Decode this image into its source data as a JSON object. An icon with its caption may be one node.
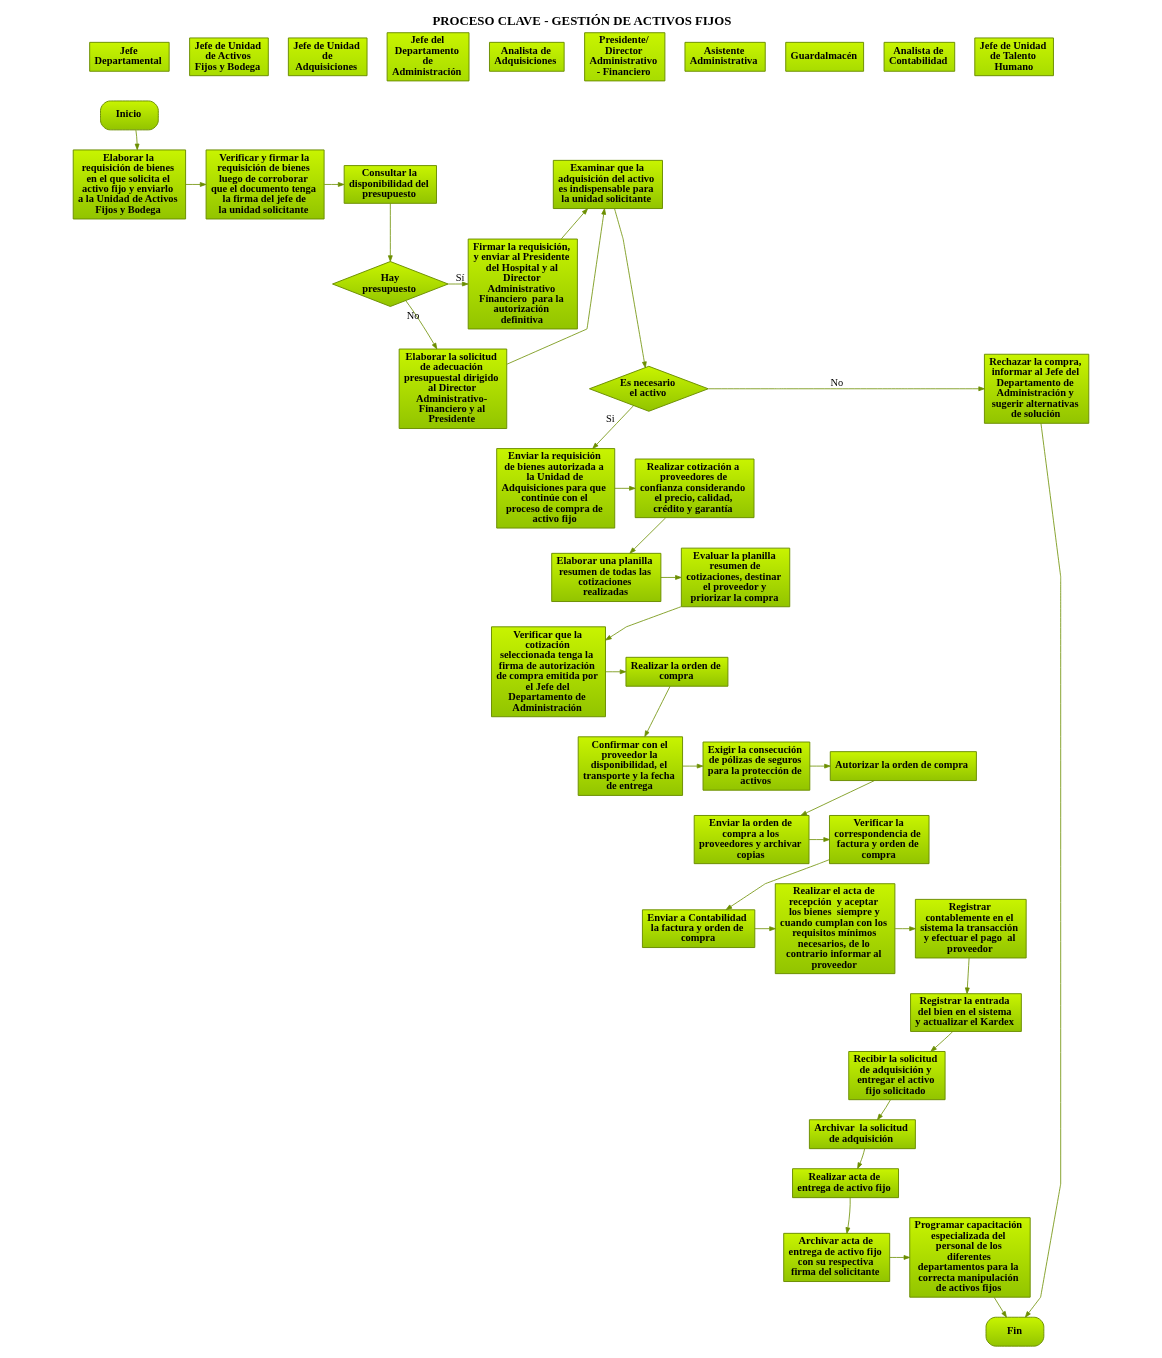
{
  "diagram": {
    "title": "PROCESO CLAVE - GESTIÓN DE ACTIVOS FIJOS",
    "nodes": [
      {
        "text": [
          "Jefe Departamental"
        ]
      },
      {
        "text": [
          "Jefe de Unidad de Activos Fijos y Bodega"
        ]
      },
      {
        "text": [
          "Jefe de Unidad de Adquisiciones"
        ]
      },
      {
        "text": [
          "Jefe del Departamento de Administración"
        ]
      },
      {
        "text": [
          "Analista de Adquisiciones"
        ]
      },
      {
        "text": [
          "Presidente/ Director Administrativo - Financiero"
        ]
      },
      {
        "text": [
          "Asistente Administrativa"
        ]
      },
      {
        "text": [
          "Guardalmacén"
        ]
      },
      {
        "text": [
          "Analista de Contabilidad"
        ]
      },
      {
        "text": [
          "Jefe de Unidad de Talento Humano"
        ]
      },
      {
        "text": [
          "Inicio"
        ]
      },
      {
        "text": [
          "Elaborar la requisición de bienes en el que solicita el activo fijo y enviarlo a la Unidad de Activos Fijos y Bodega"
        ]
      },
      {
        "text": [
          "Verificar y firmar la requisición de bienes luego de corroborar que el documento tenga la firma del jefe de la unidad solicitante"
        ]
      },
      {
        "text": [
          "Consultar la disponibilidad del presupuesto"
        ]
      },
      {
        "text": [
          "Hay presupuesto"
        ]
      },
      {
        "text": [
          "Firmar la requisición,  y enviar al Presidente del Hospital y al Director Administrativo Financiero  para la autorización definitiva"
        ]
      },
      {
        "text": [
          "Elaborar la solicitud de adecuación presupuestal dirigido al Director Administrativo-Financiero y al Presidente"
        ]
      },
      {
        "text": [
          "Examinar que la adquisición del activo es indispensable para la unidad solicitante"
        ]
      },
      {
        "text": [
          "Es necesario el activo"
        ]
      },
      {
        "text": [
          "Rechazar la compra, informar al Jefe del Departamento de Administración y sugerir alternativas de solución"
        ]
      },
      {
        "text": [
          "Enviar la requisición de bienes autorizada a la Unidad de Adquisiciones para que continúe con el proceso de compra de activo fijo"
        ]
      },
      {
        "text": [
          "Realizar cotización a proveedores de confianza considerando el precio, calidad, crédito y garantía"
        ]
      },
      {
        "text": [
          "Elaborar una planilla resumen de todas las cotizaciones realizadas"
        ]
      },
      {
        "text": [
          "Evaluar la planilla resumen de cotizaciones, destinar el proveedor y priorizar la compra"
        ]
      },
      {
        "text": [
          "Verificar que la cotización seleccionada tenga la firma de autorización de compra emitida por el Jefe del Departamento de Administración"
        ]
      },
      {
        "text": [
          "Realizar la orden de compra"
        ]
      },
      {
        "text": [
          "Confirmar con el proveedor la disponibilidad, el transporte y la fecha de entrega"
        ]
      },
      {
        "text": [
          "Exigir la consecución de pólizas de seguros para la protección de activos"
        ]
      },
      {
        "text": [
          "Autorizar la orden de compra"
        ]
      },
      {
        "text": [
          "Enviar la orden de compra a los proveedores y archivar copias"
        ]
      },
      {
        "text": [
          "Verificar la correspondencia de factura y orden de compra"
        ]
      },
      {
        "text": [
          "Enviar a Contabilidad la factura y orden de compra"
        ]
      },
      {
        "text": [
          "Realizar el acta de recepción  y aceptar los bienes  siempre y cuando cumplan con los requisitos mínimos necesarios, de lo contrario informar al proveedor"
        ]
      },
      {
        "text": [
          "Registrar contablemente en el sistema la transacción y efectuar el pago  al proveedor"
        ]
      },
      {
        "text": [
          "Registrar la entrada del bien en el sistema y actualizar el Kardex"
        ]
      },
      {
        "text": [
          "Recibir la solicitud de adquisición y entregar el activo fijo solicitado"
        ]
      },
      {
        "text": [
          "Archivar  la solicitud de adquisición"
        ]
      },
      {
        "text": [
          "Realizar acta de entrega de activo fijo"
        ]
      },
      {
        "text": [
          "Archivar acta de entrega de activo fijo con su respectiva firma del solicitante"
        ]
      },
      {
        "text": [
          "Programar capacitación especializada del personal de los diferentes departamentos para la correcta manipulación de activos fijos"
        ]
      },
      {
        "text": [
          "Fin"
        ]
      }
    ],
    "edges": [
      {
        "from": 10,
        "to": 11,
        "arrow": "to"
      },
      {
        "from": 11,
        "to": 12,
        "arrow": "to"
      },
      {
        "from": 12,
        "to": 13,
        "arrow": "to"
      },
      {
        "from": 13,
        "to": 14,
        "arrow": "to"
      },
      {
        "from": 14,
        "to": 15,
        "arrow": "to",
        "label": "Sí"
      },
      {
        "from": 14,
        "to": 16,
        "arrow": "to",
        "label": "No"
      },
      {
        "from": 15,
        "to": 17,
        "arrow": "to"
      },
      {
        "from": 16,
        "to": 17,
        "arrow": "to"
      },
      {
        "from": 17,
        "to": 18,
        "arrow": "to"
      },
      {
        "from": 18,
        "to": 19,
        "arrow": "to",
        "label": "No"
      },
      {
        "from": 18,
        "to": 20,
        "arrow": "to",
        "label": "Si"
      },
      {
        "from": 19,
        "to": 40,
        "arrow": "to"
      },
      {
        "from": 20,
        "to": 21,
        "arrow": "to"
      },
      {
        "from": 21,
        "to": 22,
        "arrow": "to"
      },
      {
        "from": 22,
        "to": 23,
        "arrow": "to"
      },
      {
        "from": 23,
        "to": 24,
        "arrow": "to"
      },
      {
        "from": 24,
        "to": 25,
        "arrow": "to"
      },
      {
        "from": 25,
        "to": 26,
        "arrow": "to"
      },
      {
        "from": 26,
        "to": 27,
        "arrow": "to"
      },
      {
        "from": 27,
        "to": 28,
        "arrow": "to"
      },
      {
        "from": 28,
        "to": 29,
        "arrow": "to"
      },
      {
        "from": 29,
        "to": 30,
        "arrow": "to"
      },
      {
        "from": 30,
        "to": 31,
        "arrow": "to"
      },
      {
        "from": 31,
        "to": 32,
        "arrow": "to"
      },
      {
        "from": 32,
        "to": 33,
        "arrow": "to"
      },
      {
        "from": 33,
        "to": 34,
        "arrow": "to"
      },
      {
        "from": 34,
        "to": 35,
        "arrow": "to"
      },
      {
        "from": 35,
        "to": 36,
        "arrow": "to"
      },
      {
        "from": 36,
        "to": 37,
        "arrow": "to"
      },
      {
        "from": 37,
        "to": 38,
        "arrow": "to"
      },
      {
        "from": 38,
        "to": 39,
        "arrow": "to"
      },
      {
        "from": 39,
        "to": 40,
        "arrow": "to"
      }
    ]
  }
}
